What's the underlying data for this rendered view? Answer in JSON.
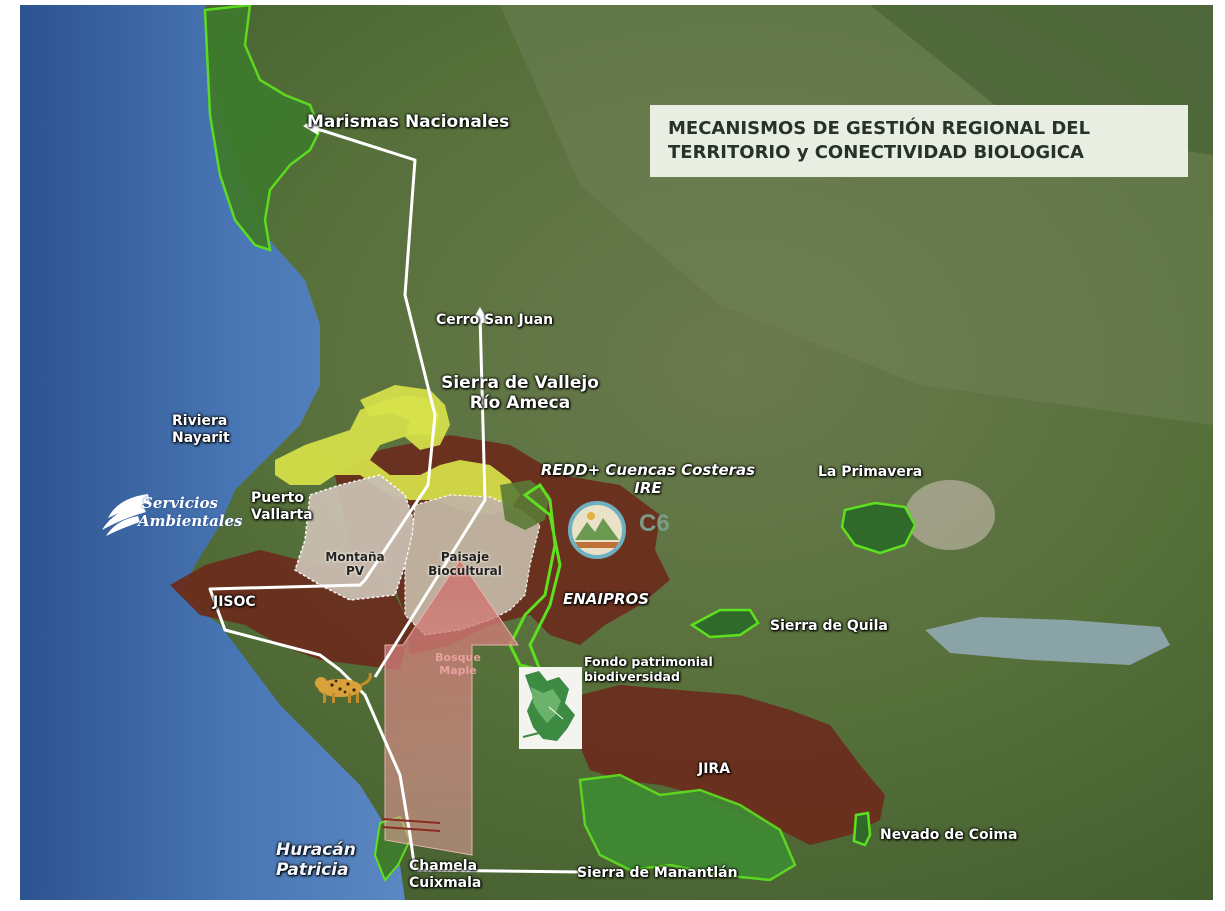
{
  "title": {
    "line1": "MECANISMOS DE GESTIÓN REGIONAL DEL",
    "line2": "TERRITORIO y CONECTIVIDAD BIOLOGICA"
  },
  "labels": {
    "marismas": "Marismas Nacionales",
    "cerro_san_juan": "Cerro San Juan",
    "sierra_vallejo_1": "Sierra de Vallejo",
    "sierra_vallejo_2": "Río Ameca",
    "riviera_1": "Riviera",
    "riviera_2": "Nayarit",
    "puerto_1": "Puerto",
    "puerto_2": "Vallarta",
    "redd_1": "REDD+ Cuencas Costeras",
    "redd_2": "IRE",
    "la_primavera": "La Primavera",
    "montana_1": "Montaña",
    "montana_2": "PV",
    "paisaje_1": "Paisaje",
    "paisaje_2": "Biocultural",
    "jisoc": "JISOC",
    "enaipros": "ENAIPROS",
    "sierra_quila": "Sierra de Quila",
    "bosque_1": "Bosque",
    "bosque_2": "Maple",
    "fondo_1": "Fondo patrimonial",
    "fondo_2": "biodiversidad",
    "jira": "JIRA",
    "nevado": "Nevado de Coima",
    "huracan_1": "Huracán",
    "huracan_2": "Patricia",
    "chamela_1": "Chamela",
    "chamela_2": "Cuixmala",
    "manantlan": "Sierra de Manantlán"
  },
  "logo": {
    "line1": "Servicios",
    "line2": "Ambientales"
  },
  "c6_logo": "C6",
  "colors": {
    "ocean": "#3d6aa8",
    "land": "#4d6a35",
    "green_outline": "#5de01e",
    "jurisdiction_fill": "#6a2d1e",
    "yellow_zone": "#d8e24a",
    "arrow_white": "#ffffff",
    "title_bg": "#e9eee3"
  }
}
